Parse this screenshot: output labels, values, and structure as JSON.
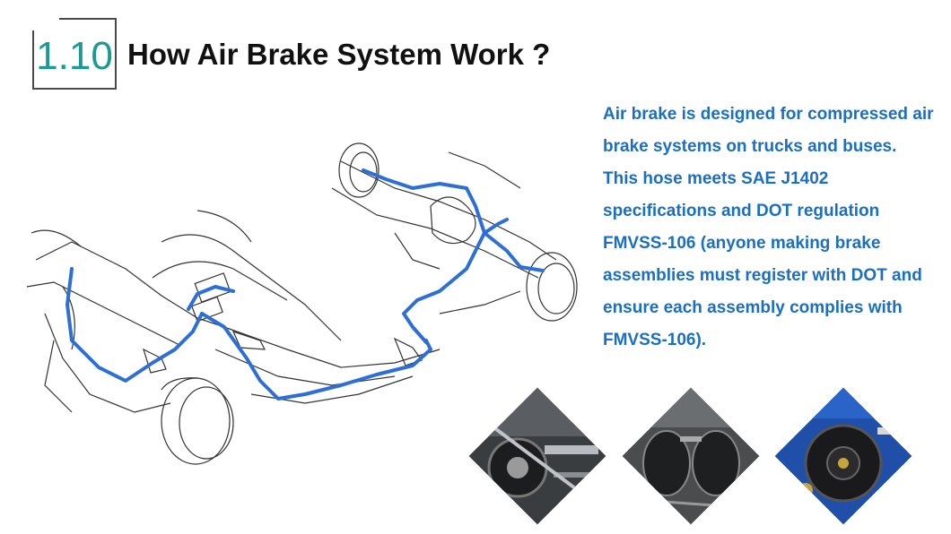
{
  "header": {
    "section_number": "1.10",
    "title": "How Air Brake System Work ?"
  },
  "description": "Air brake is designed for compressed air brake systems on trucks and buses. This hose meets SAE J1402 specifications and DOT regulation FMVSS-106 (anyone making brake assemblies must register with DOT and ensure each assembly complies with FMVSS-106).",
  "colors": {
    "accent_teal": "#1a9a93",
    "text_blue": "#1a6fc4",
    "brake_line_blue": "#2d6fd6",
    "title_black": "#111111"
  },
  "images": {
    "diagram": "vehicle-chassis-brake-line-diagram",
    "photos": [
      "brake-chamber-photo",
      "air-brake-chambers-photo",
      "brake-booster-blue-photo"
    ]
  }
}
